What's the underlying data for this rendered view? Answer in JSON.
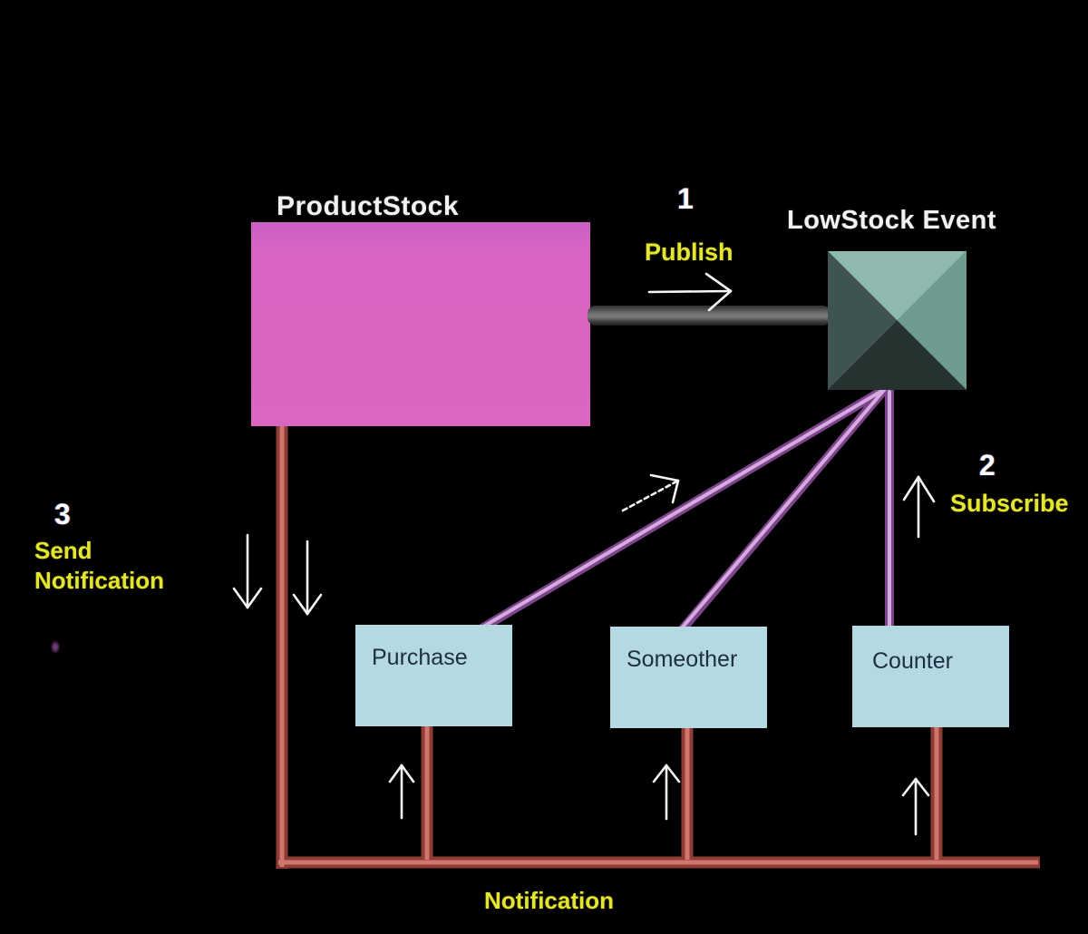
{
  "nodes": {
    "publisher": {
      "label": "ProductStock"
    },
    "event": {
      "label": "LowStock Event"
    },
    "subscribers": [
      {
        "label": "Purchase"
      },
      {
        "label": "Someother"
      },
      {
        "label": "Counter"
      }
    ]
  },
  "steps": {
    "publish": {
      "number": "1",
      "label": "Publish"
    },
    "subscribe": {
      "number": "2",
      "label": "Subscribe"
    },
    "send_notification": {
      "number": "3",
      "line1": "Send",
      "line2": "Notification"
    }
  },
  "bottom_label": "Notification",
  "icons": {
    "publish_arrow": "→",
    "subscribe_arrow": "↑",
    "send_notification_arrows": "↓↓",
    "delivery_arrows": "↑",
    "fan_diagonal_arrow": "↗"
  },
  "colors": {
    "background": "#000000",
    "publisher_box": "#d765c1",
    "event_triangle_top": "#8fb8ae",
    "event_triangle_right": "#6f9a92",
    "event_triangle_left": "#3f5353",
    "event_triangle_bottom": "#26322f",
    "subscriber_box": "#b5d9e1",
    "subscriber_text": "#1d2e44",
    "connector_gray": "#6e6e6e",
    "notification_line_red": "#c0564f",
    "subscribe_line_purple": "#b287c2",
    "label_yellow": "#e3e52f",
    "label_white": "#f2f2f2"
  }
}
